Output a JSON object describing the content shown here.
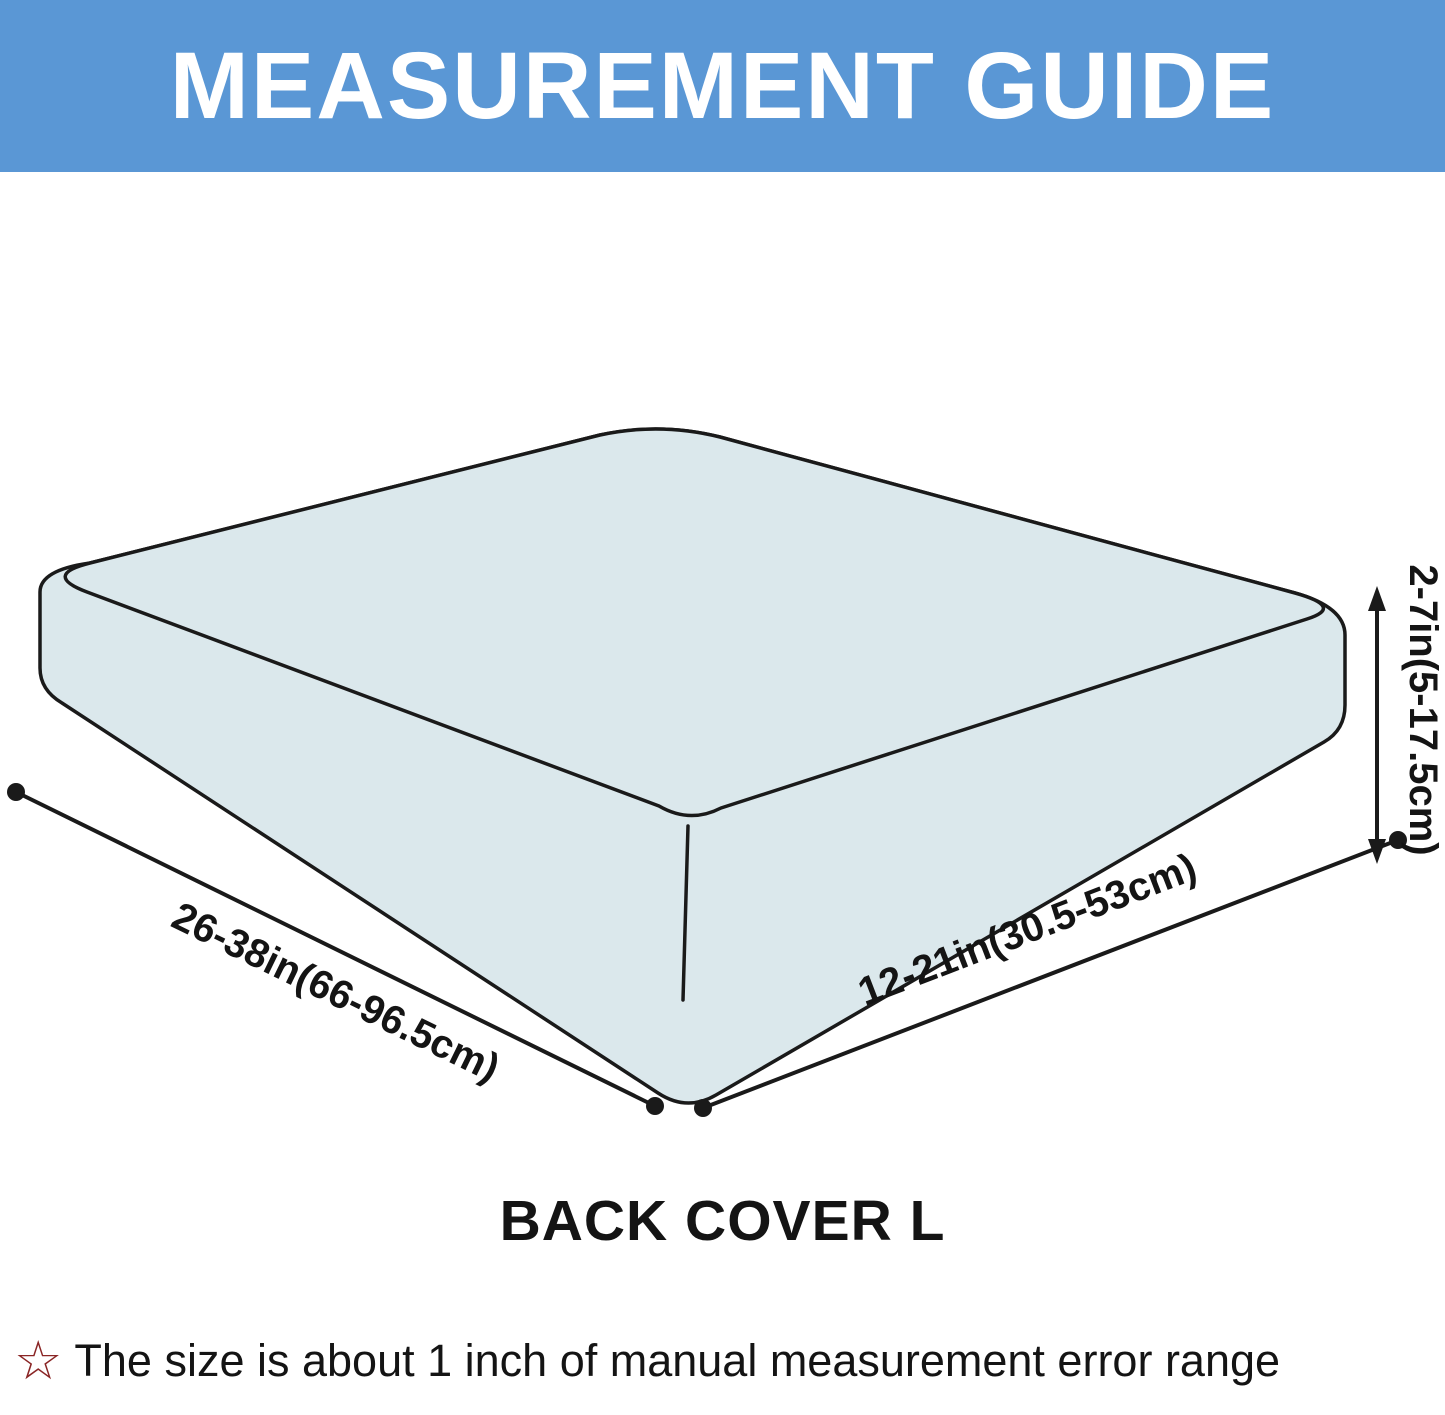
{
  "header": {
    "title": "MEASUREMENT GUIDE"
  },
  "diagram": {
    "caption": "BACK COVER L",
    "dimensions": {
      "width_label": "26-38in(66-96.5cm)",
      "depth_label": "12-21in(30.5-53cm)",
      "height_label": "2-7in(5-17.5cm)"
    }
  },
  "footer": {
    "star_icon": "☆",
    "note": "The size is about 1 inch of manual measurement error range"
  },
  "theme": {
    "header-bg": "#5a97d5",
    "header-text": "#ffffff",
    "cushion-fill": "#dbe8ec",
    "line-color": "#1a1a1a",
    "text-color": "#141414",
    "star-color": "#8a2525"
  }
}
